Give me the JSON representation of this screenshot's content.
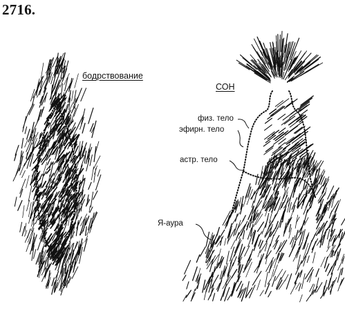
{
  "figure": {
    "number": "2716."
  },
  "panels": {
    "wake": {
      "title": "бодрствование"
    },
    "sleep": {
      "title": "СОН",
      "labels": {
        "physical_body": "физ. тело",
        "etheric_body": "эфирн. тело",
        "astral_body": "астр. тело",
        "i_aura": "Я-аура"
      }
    }
  },
  "colors": {
    "ink": "#111111",
    "paper": "#ffffff"
  }
}
